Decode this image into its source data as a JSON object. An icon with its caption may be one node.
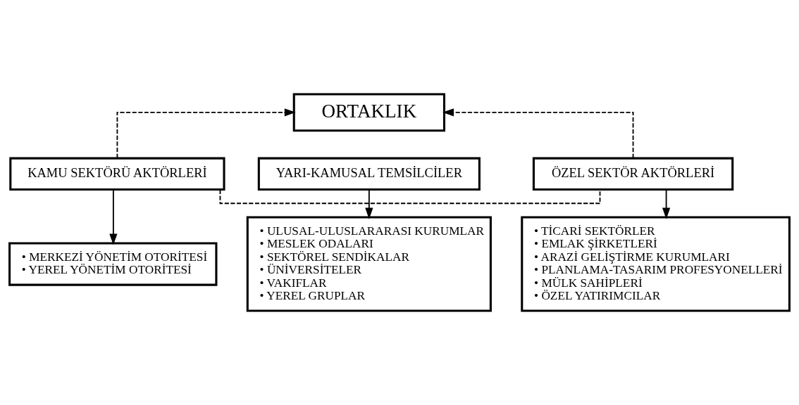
{
  "diagram": {
    "nodes": [
      {
        "text": [
          "ORTAKLIK"
        ]
      },
      {
        "text": [
          "KAMU SEKTÖRÜ AKTÖRLERİ"
        ]
      },
      {
        "text": [
          "YARI-KAMUSAL TEMSİLCİLER"
        ]
      },
      {
        "text": [
          "ÖZEL SEKTÖR AKTÖRLERİ"
        ]
      },
      {
        "text": [
          "• MERKEZİ YÖNETİM OTORİTESİ",
          "• YEREL YÖNETİM OTORİTESİ"
        ]
      },
      {
        "text": [
          "• ULUSAL-ULUSLARARASI KURUMLAR",
          "• MESLEK ODALARI",
          "• SEKTÖREL SENDİKALAR",
          "• ÜNİVERSİTELER",
          "• VAKIFLAR",
          "• YEREL GRUPLAR"
        ]
      },
      {
        "text": [
          "• TİCARİ SEKTÖRLER",
          "• EMLAK ŞİRKETLERİ",
          "• ARAZİ GELİŞTİRME KURUMLARI",
          "• PLANLAMA-TASARIM PROFESYONELLERİ",
          "• MÜLK SAHİPLERİ",
          "• ÖZEL YATIRIMCILAR"
        ]
      }
    ],
    "edges": [
      {
        "from": 1,
        "to": 0,
        "arrow": "to",
        "style": "dashed"
      },
      {
        "from": 3,
        "to": 0,
        "arrow": "to",
        "style": "dashed"
      },
      {
        "from": 1,
        "to": 3,
        "arrow": "none",
        "style": "dashed"
      },
      {
        "from": 1,
        "to": 4,
        "arrow": "to"
      },
      {
        "from": 2,
        "to": 5,
        "arrow": "to"
      },
      {
        "from": 3,
        "to": 6,
        "arrow": "to"
      }
    ]
  }
}
